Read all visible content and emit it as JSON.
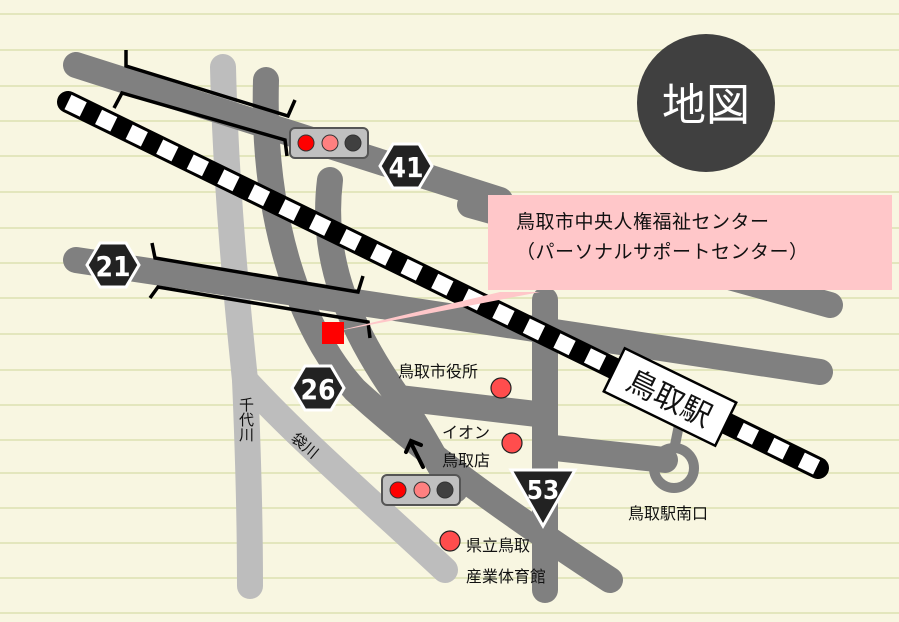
{
  "title_badge": {
    "text": "地図",
    "bg": "#404040",
    "fg": "#ffffff"
  },
  "callout": {
    "line1": "鳥取市中央人権福祉センター",
    "line2": "（パーソナルサポートセンター）",
    "bg": "#ffc7c9",
    "marker_color": "#ff0000"
  },
  "routes": [
    {
      "id": "route-41",
      "number": "41",
      "shape": "hexagon"
    },
    {
      "id": "route-21",
      "number": "21",
      "shape": "hexagon"
    },
    {
      "id": "route-26",
      "number": "26",
      "shape": "hexagon"
    },
    {
      "id": "route-53",
      "number": "53",
      "shape": "inverted-triangle"
    }
  ],
  "station": {
    "name": "鳥取駅",
    "south_exit": "鳥取駅南口"
  },
  "rivers": [
    {
      "name": "千代川"
    },
    {
      "name": "袋川"
    }
  ],
  "landmarks": [
    {
      "name": "鳥取市役所",
      "color": "#ff4d4d"
    },
    {
      "name_line1": "イオン",
      "name_line2": "鳥取店",
      "color": "#ff4d4d"
    },
    {
      "name_line1": "県立鳥取",
      "name_line2": "産業体育館",
      "color": "#ff4d4d"
    }
  ],
  "traffic_lights": [
    {
      "id": "signal-top",
      "lamps": [
        "#ff0000",
        "#ff8080",
        "#404040"
      ]
    },
    {
      "id": "signal-bottom",
      "lamps": [
        "#ff0000",
        "#ff8080",
        "#404040"
      ]
    }
  ],
  "colors": {
    "road": "#808080",
    "river": "#bdbdbd",
    "background": "#f8f6e1",
    "ruled_line": "#e3e6bd"
  }
}
